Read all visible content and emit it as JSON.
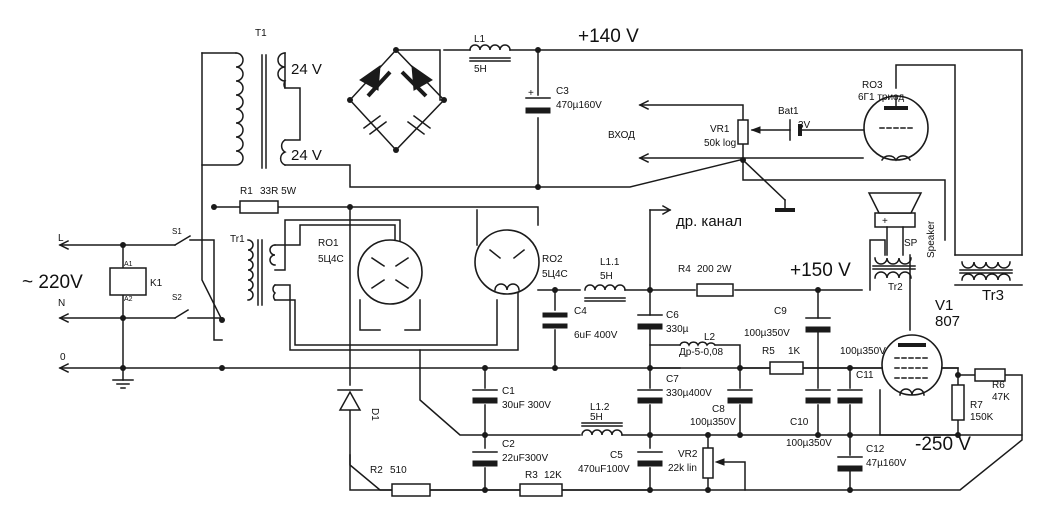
{
  "voltages": {
    "v140": "+140 V",
    "v150": "+150 V",
    "v250": "-250 V",
    "v220": "~ 220V"
  },
  "mains": {
    "L": "L",
    "N": "N",
    "ground": "0"
  },
  "transformer_t1": {
    "name": "T1",
    "sec1": "24 V",
    "sec2": "24 V"
  },
  "relay": {
    "name": "K1",
    "pin1": "A1",
    "pin2": "A2"
  },
  "switches": {
    "s1": "S1",
    "s2": "S2"
  },
  "r1": {
    "name": "R1",
    "value": "33R 5W"
  },
  "tr1": {
    "name": "Tr1"
  },
  "ro1": {
    "name": "RO1",
    "type": "5Ц4С"
  },
  "ro2": {
    "name": "RO2",
    "type": "5Ц4С"
  },
  "ro3": {
    "name": "RO3",
    "type": "6Г1 триод"
  },
  "l1": {
    "name": "L1",
    "value": "5H"
  },
  "c3": {
    "name": "C3",
    "value": "470µ160V"
  },
  "vr1": {
    "name": "VR1",
    "value": "50k log"
  },
  "input": {
    "label": "ВХОД"
  },
  "bat1": {
    "name": "Bat1",
    "value": "3V"
  },
  "other_channel": {
    "label": "др. канал"
  },
  "l11": {
    "name": "L1.1",
    "value": "5H"
  },
  "r4": {
    "name": "R4",
    "value": "200 2W"
  },
  "c4": {
    "name": "C4",
    "value": "6uF 400V"
  },
  "c6": {
    "name": "C6",
    "value": "330µ"
  },
  "c9": {
    "name": "C9",
    "value": "100µ350V"
  },
  "speaker": {
    "name": "SP",
    "label": "Speaker"
  },
  "tr2": {
    "name": "Tr2"
  },
  "tr3": {
    "name": "Tr3"
  },
  "v1": {
    "name": "V1",
    "type": "807"
  },
  "l2": {
    "name": "L2",
    "value": "Др-5-0,08"
  },
  "r5": {
    "name": "R5",
    "value": "1K"
  },
  "c11": {
    "name": "C11",
    "value": "100µ350V"
  },
  "c7": {
    "name": "C7",
    "value": "330µ400V"
  },
  "c8": {
    "name": "C8",
    "value": "100µ350V"
  },
  "c10": {
    "name": "C10",
    "value": "100µ350V"
  },
  "r6": {
    "name": "R6",
    "value": "47K"
  },
  "r7": {
    "name": "R7",
    "value": "150K"
  },
  "c1": {
    "name": "C1",
    "value": "30uF 300V"
  },
  "c2": {
    "name": "C2",
    "value": "22uF300V"
  },
  "d1": {
    "name": "D1"
  },
  "l12": {
    "name": "L1.2",
    "value": "5H"
  },
  "c5": {
    "name": "C5",
    "value": "470uF100V"
  },
  "vr2": {
    "name": "VR2",
    "value": "22k lin"
  },
  "c12": {
    "name": "C12",
    "value": "47µ160V"
  },
  "r2": {
    "name": "R2",
    "value": "510"
  },
  "r3": {
    "name": "R3",
    "value": "12K"
  }
}
